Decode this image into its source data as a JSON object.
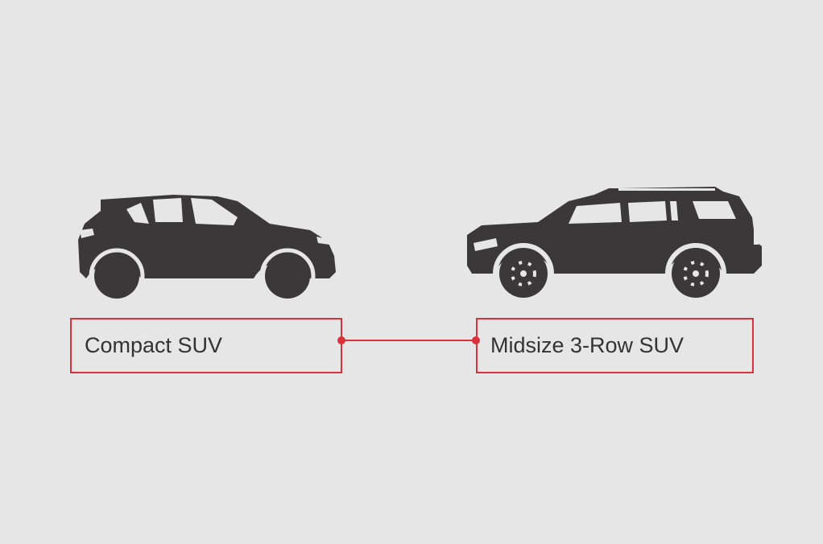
{
  "diagram": {
    "background": "#e6e6e6",
    "accent_color": "#d9323a",
    "silhouette_color": "#3b3839",
    "vehicles": [
      {
        "name": "compact-suv",
        "icon": "compact-suv-silhouette-icon",
        "label": "Compact SUV"
      },
      {
        "name": "midsize-3-row-suv",
        "icon": "midsize-suv-silhouette-icon",
        "label": "Midsize 3-Row SUV"
      }
    ],
    "connector": {
      "from": "Compact SUV",
      "to": "Midsize 3-Row SUV"
    }
  }
}
